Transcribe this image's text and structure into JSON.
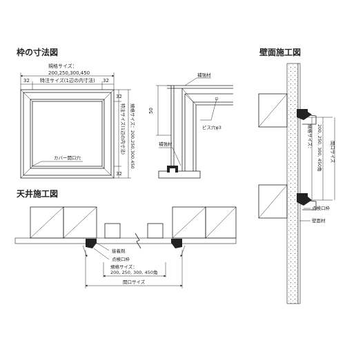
{
  "titles": {
    "frame_dimensions": "枠の寸法図",
    "wall_install": "壁面施工図",
    "ceiling_install": "天井施工図"
  },
  "frame": {
    "std_size_label": "規格サイズ：",
    "std_size_values": "200,250,300,450",
    "special_size_label": "特注サイズ(1辺の内寸法)",
    "edge_32": "32",
    "vertical_special": "特注サイズ(1辺の内寸法)",
    "vertical_std": "規格サイズ：200,250,300,450",
    "cover_hole": "カバー開口穴"
  },
  "detail": {
    "reinforcement_top": "補強材",
    "reinforcement_bottom": "補強材",
    "dim_50": "50",
    "screw_hole": "ビス穴φ3"
  },
  "wall": {
    "std_size": "規格サイズ：",
    "std_size_values": "200, 250, 300, 450角",
    "opening_size": "開口サイズ",
    "inspection_frame": "点検口枠",
    "wall_material": "壁面材"
  },
  "ceiling": {
    "joint_material": "接着剤",
    "inspection_frame": "点検口枠",
    "std_size_label": "規格サイズ：",
    "std_size_values": "200, 250, 300, 450角",
    "opening_size": "開口サイズ"
  }
}
